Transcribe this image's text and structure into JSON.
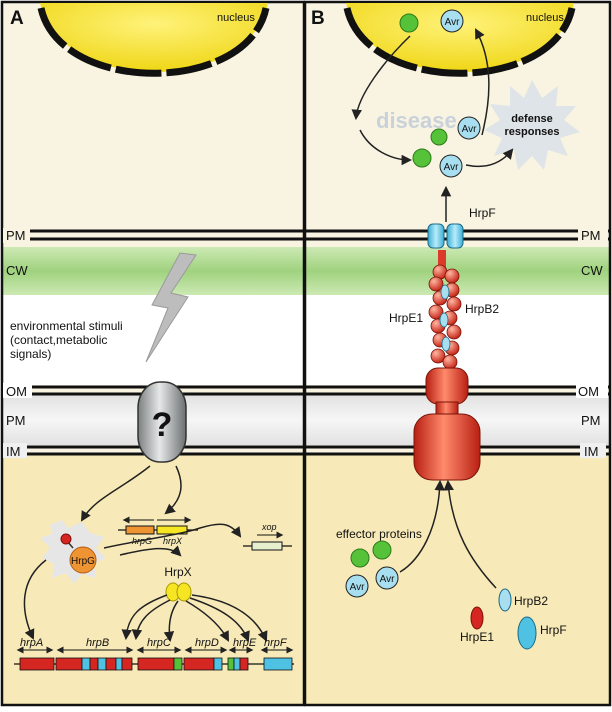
{
  "panelA": {
    "letter": "A",
    "nucleus_label": "nucleus",
    "membranes": {
      "top_pm": "PM",
      "cw": "CW",
      "om": "OM",
      "pm": "PM",
      "im": "IM"
    },
    "stimuli": [
      "environmental stimuli",
      "(contact,metabolic",
      " signals)"
    ],
    "sensor_symbol": "?",
    "hrpG": "HrpG",
    "hrpX_protein": "HrpX",
    "operon_genes": {
      "hrpG": "hrpG",
      "hrpX": "hrpX"
    },
    "xop": "xop",
    "cluster_genes": {
      "hrpA": "hrpA",
      "hrpB": "hrpB",
      "hrpC": "hrpC",
      "hrpD": "hrpD",
      "hrpE": "hrpE",
      "hrpF": "hrpF"
    }
  },
  "panelB": {
    "letter": "B",
    "nucleus_label": "nucleus",
    "avr": "Avr",
    "disease": "disease",
    "defense": [
      "defense",
      "responses"
    ],
    "membranes": {
      "top_pm": "PM",
      "cw": "CW",
      "om": "OM",
      "pm": "PM",
      "im": "IM"
    },
    "hrpF_top": "HrpF",
    "hrpE1_top": "HrpE1",
    "hrpB2_top": "HrpB2",
    "effector_proteins": "effector proteins",
    "hrpB2_bottom": "HrpB2",
    "hrpE1_bottom": "HrpE1",
    "hrpF_bottom": "HrpF"
  },
  "colors": {
    "nucleus": "#f2dd1e",
    "cytoplasm_top": "#f9f4e2",
    "bacteria": "#f8eab8",
    "cell_wall": "#a9d889",
    "periplasm": "#dcdcdc",
    "white_band": "#ffffff",
    "green_effector": "#56c23a",
    "avr_blue": "#a7dff0",
    "hrpF_blue": "#4fc1e3",
    "red_pilus": "#dc3a2a",
    "orange": "#ee9433",
    "yellow": "#f6e523",
    "disease_grey": "#c9d2da"
  }
}
